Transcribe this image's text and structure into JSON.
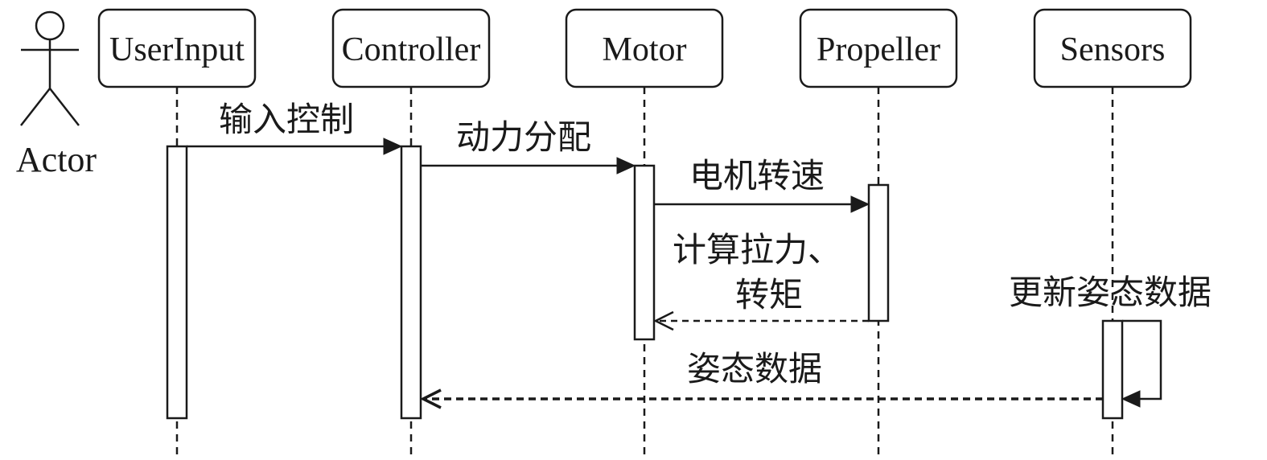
{
  "actor": {
    "label": "Actor"
  },
  "participants": [
    {
      "id": "userinput",
      "label": "UserInput"
    },
    {
      "id": "controller",
      "label": "Controller"
    },
    {
      "id": "motor",
      "label": "Motor"
    },
    {
      "id": "propeller",
      "label": "Propeller"
    },
    {
      "id": "sensors",
      "label": "Sensors"
    }
  ],
  "messages": [
    {
      "id": "m1",
      "label": "输入控制",
      "style": "solid"
    },
    {
      "id": "m2",
      "label": "动力分配",
      "style": "solid"
    },
    {
      "id": "m3",
      "label": "电机转速",
      "style": "solid"
    },
    {
      "id": "m4",
      "label_line1": "计算拉力、",
      "label_line2": "转矩",
      "style": "dashed"
    },
    {
      "id": "m5",
      "label": "更新姿态数据",
      "style": "self"
    },
    {
      "id": "m6",
      "label": "姿态数据",
      "style": "dashed"
    }
  ]
}
